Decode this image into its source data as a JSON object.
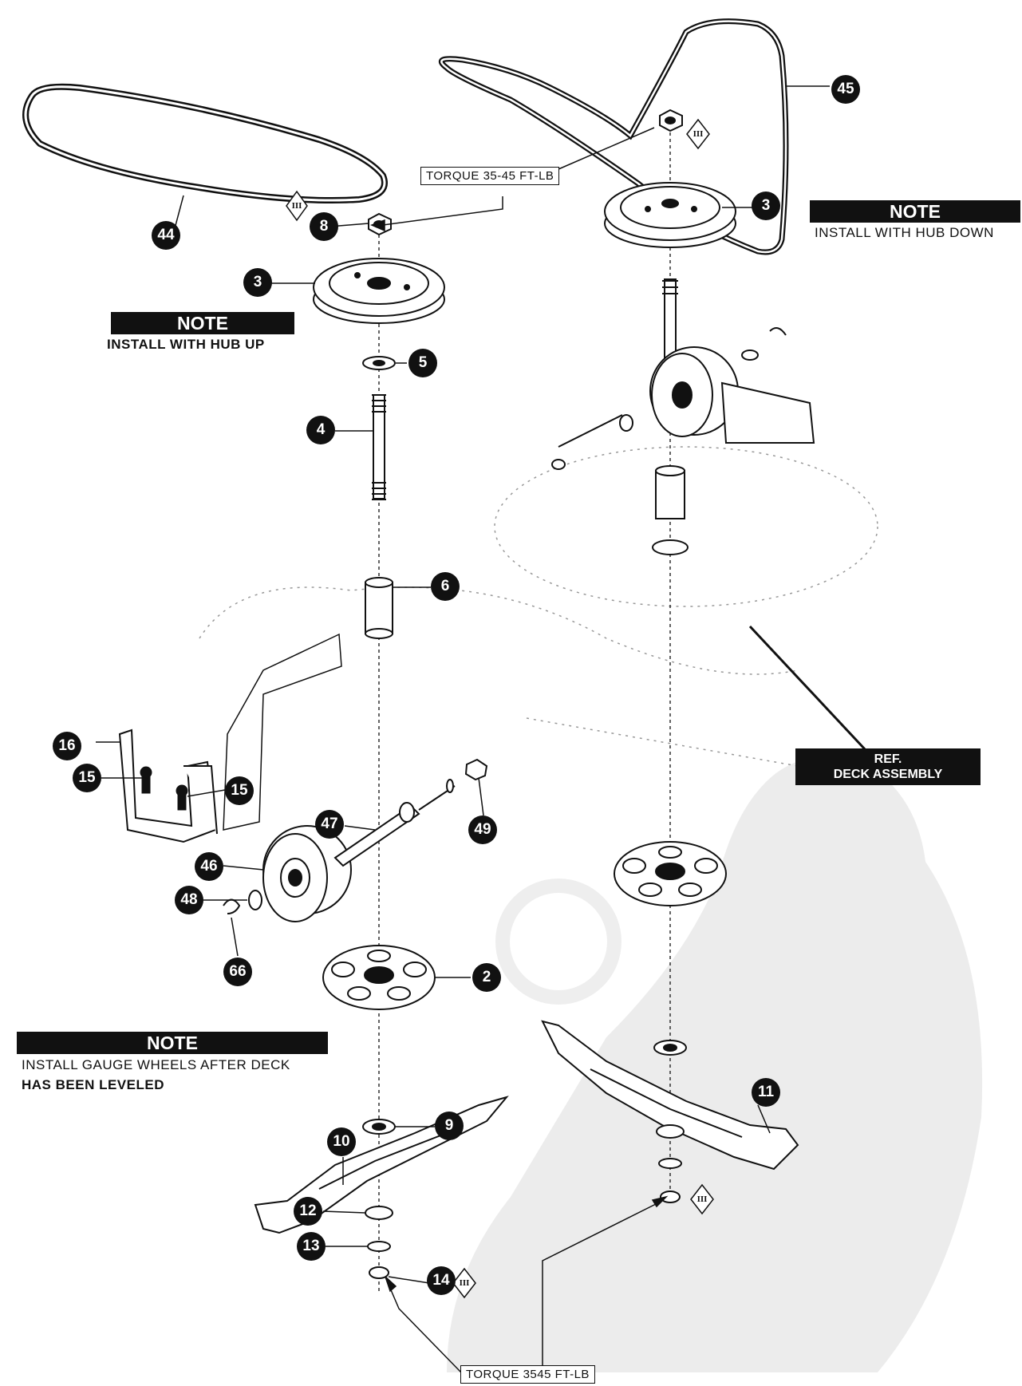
{
  "callouts": {
    "c44": "44",
    "c45": "45",
    "c8": "8",
    "c3a": "3",
    "c3b": "3",
    "c5": "5",
    "c4": "4",
    "c6": "6",
    "c16": "16",
    "c15a": "15",
    "c15b": "15",
    "c47": "47",
    "c49": "49",
    "c46": "46",
    "c48": "48",
    "c66": "66",
    "c2": "2",
    "c9": "9",
    "c10": "10",
    "c11": "11",
    "c12": "12",
    "c13": "13",
    "c14": "14"
  },
  "notes": {
    "hub_up": {
      "heading": "NOTE",
      "text": "INSTALL  WITH  HUB  UP"
    },
    "hub_down": {
      "heading": "NOTE",
      "text": "INSTALL WITH HUB DOWN"
    },
    "gauge": {
      "heading": "NOTE",
      "line1": "INSTALL GAUGE WHEELS AFTER DECK",
      "line2": "HAS  BEEN  LEVELED"
    }
  },
  "torque_top": "TORQUE  35-45  FT-LB",
  "torque_bottom": "TORQUE  3545  FT-LB",
  "ref_deck": {
    "line1": "REF.",
    "line2": "DECK ASSEMBLY"
  },
  "torque_symbol": "III",
  "colors": {
    "ink": "#111111",
    "paper": "#ffffff",
    "watermark": "#e6e6e6"
  }
}
